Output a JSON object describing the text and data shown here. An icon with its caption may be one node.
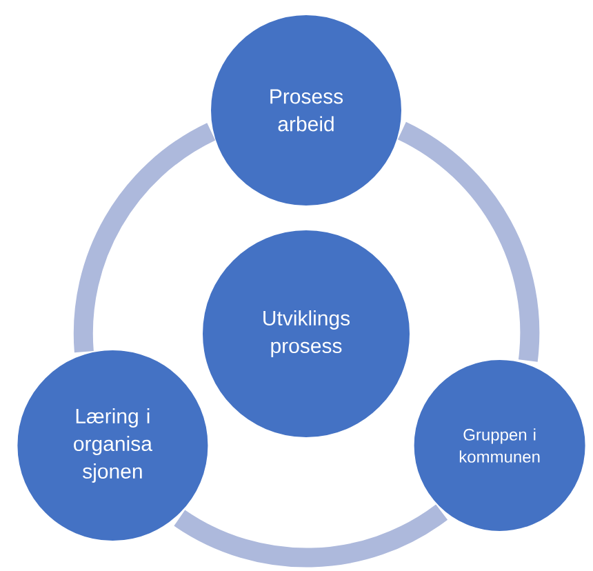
{
  "diagram": {
    "nodes": [
      {
        "text": [
          "Prosess arbeid"
        ]
      },
      {
        "text": [
          "Utviklings prosess"
        ]
      },
      {
        "text": [
          "Læring i organisa sjonen"
        ]
      },
      {
        "text": [
          "Gruppen i kommunen"
        ]
      }
    ],
    "edges": [
      {
        "from": 0,
        "to": 3,
        "arrow": "none"
      },
      {
        "from": 3,
        "to": 2,
        "arrow": "none"
      },
      {
        "from": 2,
        "to": 0,
        "arrow": "none"
      }
    ]
  }
}
